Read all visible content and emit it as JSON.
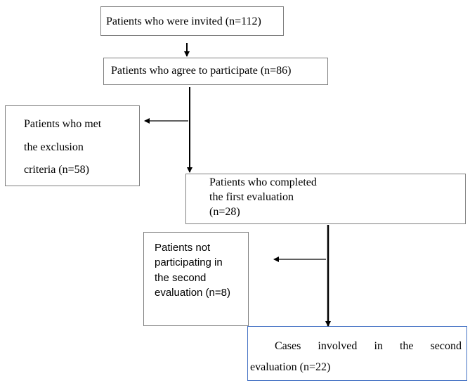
{
  "boxes": {
    "invited": {
      "text": "Patients who were invited (n=112)"
    },
    "agree": {
      "text": "Patients who agree to participate (n=86)"
    },
    "exclusion": {
      "lines": [
        "Patients who met",
        "the exclusion",
        "criteria (n=58)"
      ]
    },
    "first_eval": {
      "lines": [
        "Patients who completed",
        "the first evaluation",
        "(n=28)"
      ]
    },
    "not_participating": {
      "lines": [
        "Patients not",
        "participating in",
        "the second",
        "evaluation (n=8)"
      ]
    },
    "second_eval": {
      "lines": [
        "Cases involved in the second",
        "evaluation (n=22)"
      ]
    }
  },
  "colors": {
    "border": "#7f7f7f",
    "highlight_border": "#4472c4",
    "arrow": "#000000"
  }
}
